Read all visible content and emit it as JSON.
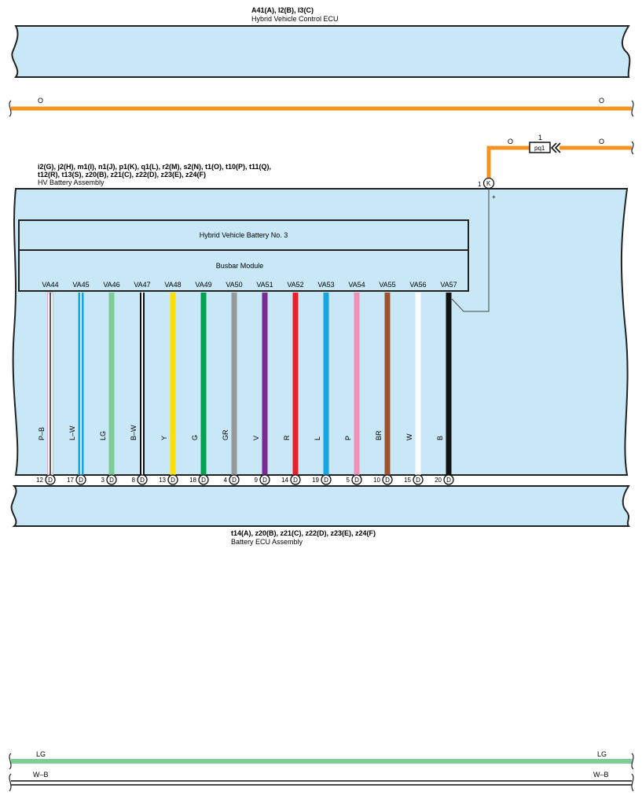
{
  "top_ecu": {
    "connectors": "A41(A), I2(B), I3(C)",
    "name": "Hybrid Vehicle Control ECU"
  },
  "orange_wire": {
    "left_label": "O",
    "right_label": "O",
    "color": "#f39321"
  },
  "fuse": {
    "label": "pq1",
    "pin": "1",
    "left_label": "O",
    "right_label": "O"
  },
  "hv_battery": {
    "connectors_line1": "i2(G), j2(H), m1(I), n1(J), p1(K), q1(L), r2(M), s2(N), t1(O), t10(P), t11(Q),",
    "connectors_line2": "t12(R), t13(S), z20(B), z21(C), z22(D), z23(E), z24(F)",
    "name": "HV Battery Assembly",
    "k_pin": "1",
    "k_code": "K",
    "plus_sign": "+",
    "fill_color": "#c8e8f8"
  },
  "battery_no3": {
    "label": "Hybrid Vehicle Battery No.  3"
  },
  "busbar": {
    "label": "Busbar Module"
  },
  "circuits": [
    {
      "va": "VA44",
      "wire": "P–B",
      "pin": "12",
      "code": "D",
      "color": "#ffffff",
      "stripe": "#e9a0c0"
    },
    {
      "va": "VA45",
      "wire": "L–W",
      "pin": "17",
      "code": "D",
      "color": "#14a5e2",
      "stripe": "#ffffff"
    },
    {
      "va": "VA46",
      "wire": "LG",
      "pin": "3",
      "code": "D",
      "color": "#7fcb96",
      "stripe": ""
    },
    {
      "va": "VA47",
      "wire": "B–W",
      "pin": "8",
      "code": "D",
      "color": "#111111",
      "stripe": "#ffffff"
    },
    {
      "va": "VA48",
      "wire": "Y",
      "pin": "13",
      "code": "D",
      "color": "#ffe000",
      "stripe": ""
    },
    {
      "va": "VA49",
      "wire": "G",
      "pin": "18",
      "code": "D",
      "color": "#00a050",
      "stripe": ""
    },
    {
      "va": "VA50",
      "wire": "GR",
      "pin": "4",
      "code": "D",
      "color": "#999999",
      "stripe": ""
    },
    {
      "va": "VA51",
      "wire": "V",
      "pin": "9",
      "code": "D",
      "color": "#7b2a94",
      "stripe": ""
    },
    {
      "va": "VA52",
      "wire": "R",
      "pin": "14",
      "code": "D",
      "color": "#e8202a",
      "stripe": ""
    },
    {
      "va": "VA53",
      "wire": "L",
      "pin": "19",
      "code": "D",
      "color": "#14a5e2",
      "stripe": ""
    },
    {
      "va": "VA54",
      "wire": "P",
      "pin": "5",
      "code": "D",
      "color": "#f28fb8",
      "stripe": ""
    },
    {
      "va": "VA55",
      "wire": "BR",
      "pin": "10",
      "code": "D",
      "color": "#a0522d",
      "stripe": ""
    },
    {
      "va": "VA56",
      "wire": "W",
      "pin": "15",
      "code": "D",
      "color": "#ffffff",
      "stripe": ""
    },
    {
      "va": "VA57",
      "wire": "B",
      "pin": "20",
      "code": "D",
      "color": "#111111",
      "stripe": ""
    }
  ],
  "bottom_ecu": {
    "connectors": "t14(A), z20(B), z21(C), z22(D), z23(E), z24(F)",
    "name": "Battery ECU Assembly"
  },
  "lg_wire": {
    "left_label": "LG",
    "right_label": "LG",
    "color": "#7fcb96"
  },
  "wb_wire": {
    "left_label": "W–B",
    "right_label": "W–B"
  }
}
